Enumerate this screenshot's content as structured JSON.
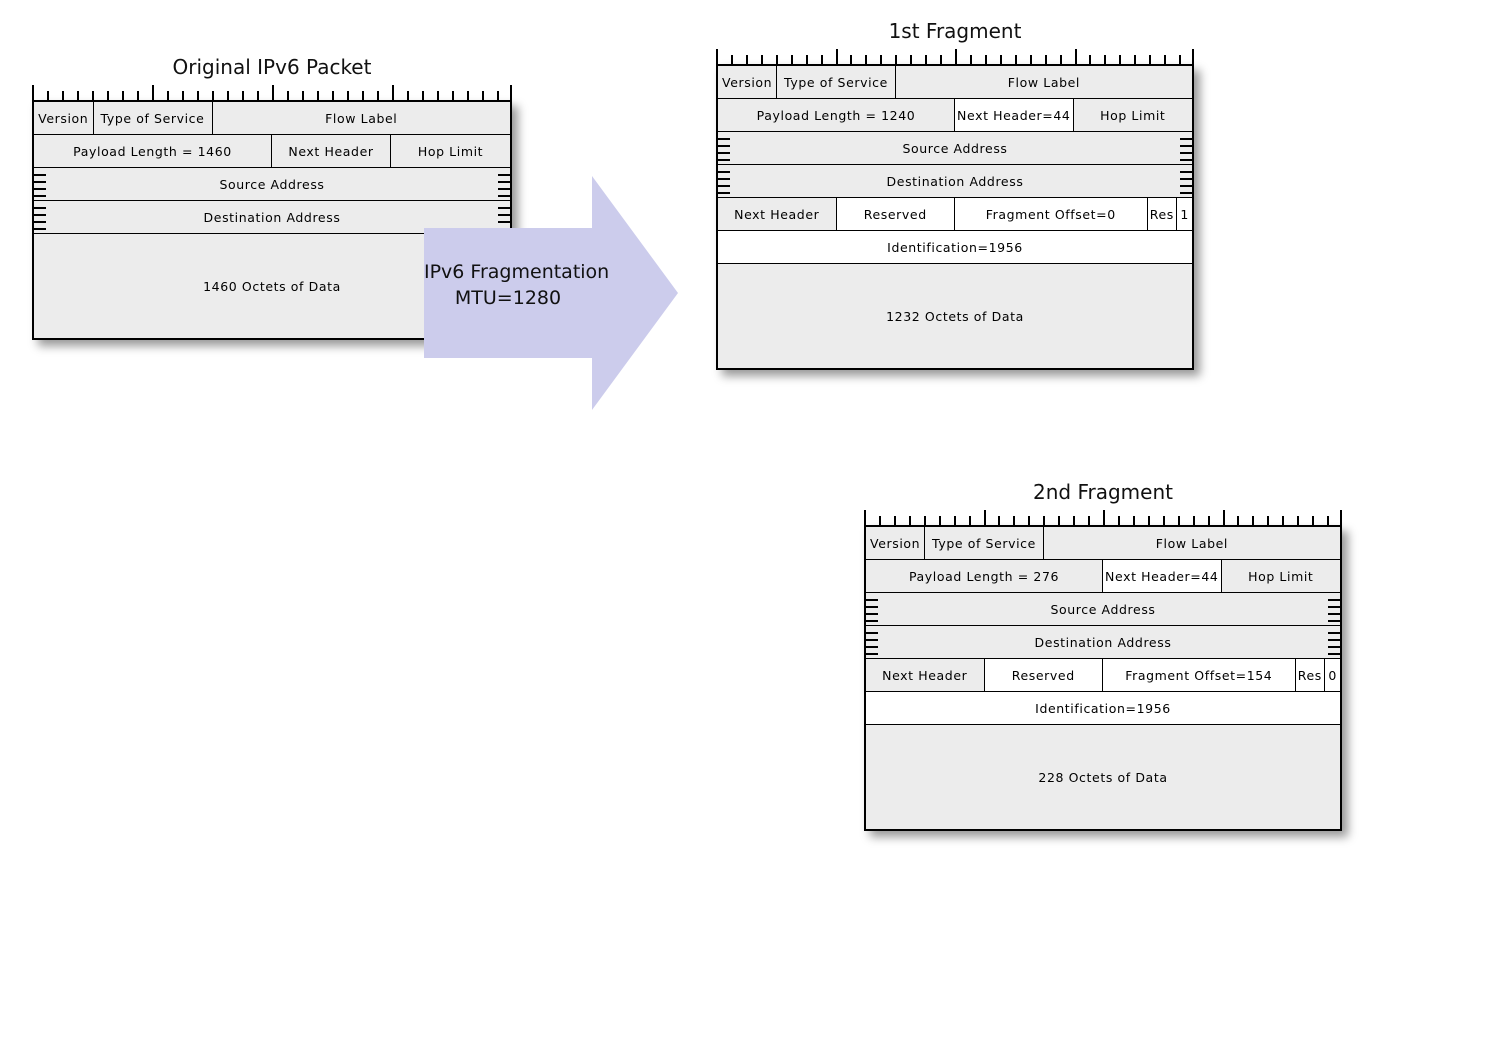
{
  "diagram": {
    "title_hidden": "IPv6 Fragmentation diagram",
    "ruler": {
      "bits": 32,
      "major_every": 8
    }
  },
  "arrow": {
    "name": "fragmentation-arrow",
    "line1": "IPv6 Fragmentation",
    "line2": "MTU=1280",
    "color": "#ccccec"
  },
  "colors": {
    "cell_gray": "#ececec",
    "cell_white": "#ffffff",
    "line": "#000000",
    "arrow": "#ccccec"
  },
  "packets": [
    {
      "id": "original",
      "title": "Original IPv6 Packet",
      "rows": [
        {
          "id": "row-version",
          "ragged": false,
          "cells": [
            {
              "label": "Version",
              "bits": 4,
              "fill": "gray"
            },
            {
              "label": "Type of Service",
              "bits": 8,
              "fill": "gray"
            },
            {
              "label": "Flow Label",
              "bits": 20,
              "fill": "gray"
            }
          ]
        },
        {
          "id": "row-payload",
          "ragged": false,
          "cells": [
            {
              "label": "Payload Length = 1460",
              "bits": 16,
              "fill": "gray"
            },
            {
              "label": "Next Header",
              "bits": 8,
              "fill": "gray"
            },
            {
              "label": "Hop Limit",
              "bits": 8,
              "fill": "gray"
            }
          ]
        },
        {
          "id": "row-source-address",
          "ragged": true,
          "cells": [
            {
              "label": "Source Address",
              "bits": 32,
              "fill": "gray"
            }
          ]
        },
        {
          "id": "row-destination-address",
          "ragged": true,
          "cells": [
            {
              "label": "Destination Address",
              "bits": 32,
              "fill": "gray"
            }
          ]
        },
        {
          "id": "row-data",
          "ragged": false,
          "tall": true,
          "cells": [
            {
              "label": "1460 Octets of Data",
              "bits": 32,
              "fill": "gray"
            }
          ]
        }
      ]
    },
    {
      "id": "fragment-1",
      "title": "1st Fragment",
      "rows": [
        {
          "id": "row-version",
          "ragged": false,
          "cells": [
            {
              "label": "Version",
              "bits": 4,
              "fill": "gray"
            },
            {
              "label": "Type of Service",
              "bits": 8,
              "fill": "gray"
            },
            {
              "label": "Flow Label",
              "bits": 20,
              "fill": "gray"
            }
          ]
        },
        {
          "id": "row-payload",
          "ragged": false,
          "cells": [
            {
              "label": "Payload Length = 1240",
              "bits": 16,
              "fill": "gray"
            },
            {
              "label": "Next Header=44",
              "bits": 8,
              "fill": "white"
            },
            {
              "label": "Hop Limit",
              "bits": 8,
              "fill": "gray"
            }
          ]
        },
        {
          "id": "row-source-address",
          "ragged": true,
          "cells": [
            {
              "label": "Source Address",
              "bits": 32,
              "fill": "gray"
            }
          ]
        },
        {
          "id": "row-destination-address",
          "ragged": true,
          "cells": [
            {
              "label": "Destination Address",
              "bits": 32,
              "fill": "gray"
            }
          ]
        },
        {
          "id": "row-fragment-header",
          "ragged": false,
          "cells": [
            {
              "label": "Next Header",
              "bits": 8,
              "fill": "gray"
            },
            {
              "label": "Reserved",
              "bits": 8,
              "fill": "white"
            },
            {
              "label": "Fragment Offset=0",
              "bits": 13,
              "fill": "white"
            },
            {
              "label": "Res",
              "bits": 2,
              "fill": "white"
            },
            {
              "label": "1",
              "bits": 1,
              "fill": "white"
            }
          ]
        },
        {
          "id": "row-identification",
          "ragged": false,
          "cells": [
            {
              "label": "Identification=1956",
              "bits": 32,
              "fill": "white"
            }
          ]
        },
        {
          "id": "row-data",
          "ragged": false,
          "tall": true,
          "cells": [
            {
              "label": "1232 Octets of Data",
              "bits": 32,
              "fill": "gray"
            }
          ]
        }
      ]
    },
    {
      "id": "fragment-2",
      "title": "2nd Fragment",
      "rows": [
        {
          "id": "row-version",
          "ragged": false,
          "cells": [
            {
              "label": "Version",
              "bits": 4,
              "fill": "gray"
            },
            {
              "label": "Type of Service",
              "bits": 8,
              "fill": "gray"
            },
            {
              "label": "Flow Label",
              "bits": 20,
              "fill": "gray"
            }
          ]
        },
        {
          "id": "row-payload",
          "ragged": false,
          "cells": [
            {
              "label": "Payload Length = 276",
              "bits": 16,
              "fill": "gray"
            },
            {
              "label": "Next Header=44",
              "bits": 8,
              "fill": "white"
            },
            {
              "label": "Hop Limit",
              "bits": 8,
              "fill": "gray"
            }
          ]
        },
        {
          "id": "row-source-address",
          "ragged": true,
          "cells": [
            {
              "label": "Source Address",
              "bits": 32,
              "fill": "gray"
            }
          ]
        },
        {
          "id": "row-destination-address",
          "ragged": true,
          "cells": [
            {
              "label": "Destination Address",
              "bits": 32,
              "fill": "gray"
            }
          ]
        },
        {
          "id": "row-fragment-header",
          "ragged": false,
          "cells": [
            {
              "label": "Next Header",
              "bits": 8,
              "fill": "gray"
            },
            {
              "label": "Reserved",
              "bits": 8,
              "fill": "white"
            },
            {
              "label": "Fragment Offset=154",
              "bits": 13,
              "fill": "white"
            },
            {
              "label": "Res",
              "bits": 2,
              "fill": "white"
            },
            {
              "label": "0",
              "bits": 1,
              "fill": "white"
            }
          ]
        },
        {
          "id": "row-identification",
          "ragged": false,
          "cells": [
            {
              "label": "Identification=1956",
              "bits": 32,
              "fill": "white"
            }
          ]
        },
        {
          "id": "row-data",
          "ragged": false,
          "tall": true,
          "cells": [
            {
              "label": "228 Octets of Data",
              "bits": 32,
              "fill": "gray"
            }
          ]
        }
      ]
    }
  ]
}
